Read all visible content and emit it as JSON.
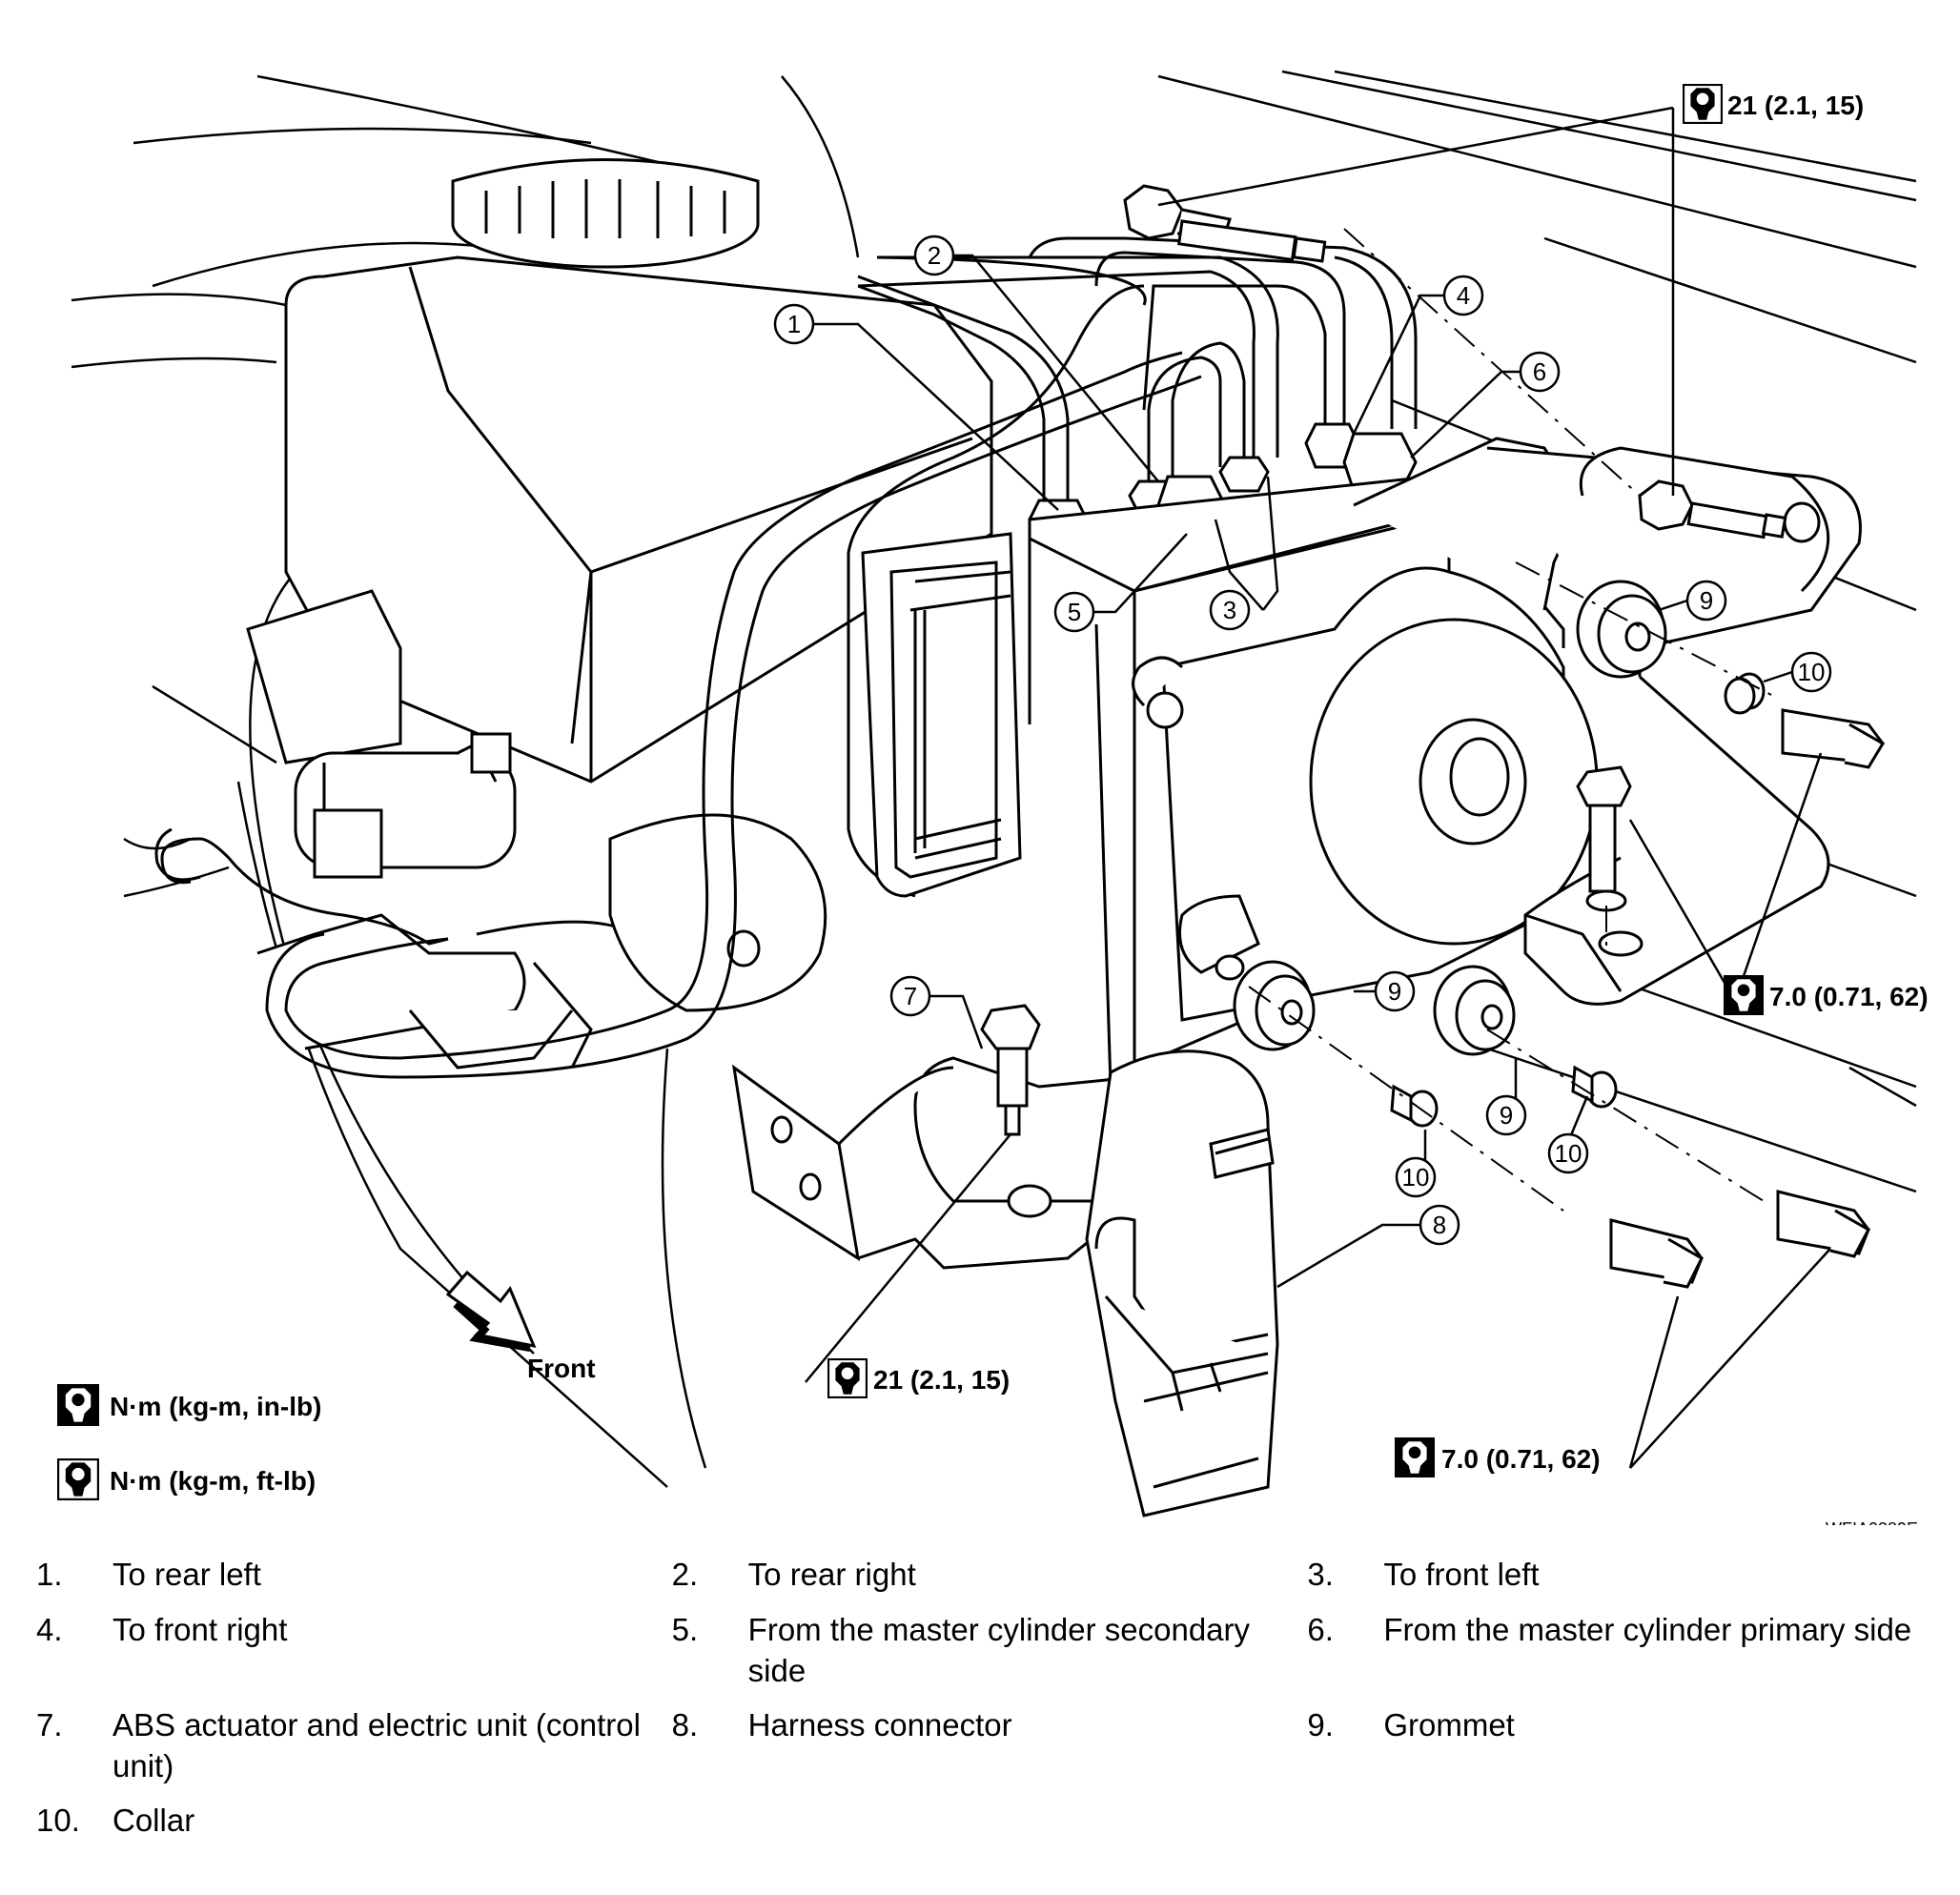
{
  "figure": {
    "id": "WFIA0389E",
    "front_label": "Front",
    "callouts": [
      "1",
      "2",
      "3",
      "4",
      "5",
      "6",
      "7",
      "8",
      "9",
      "10"
    ],
    "torque_specs": {
      "top_right": "21 (2.1, 15)",
      "bottom_center": "21 (2.1, 15)",
      "right_middle": "7.0 (0.71, 62)",
      "bottom_right": "7.0 (0.71, 62)"
    },
    "units_legend": {
      "in_lb": "N·m (kg-m, in-lb)",
      "ft_lb": "N·m (kg-m, ft-lb)"
    }
  },
  "legend": [
    {
      "num": "1.",
      "text": "To rear left"
    },
    {
      "num": "2.",
      "text": "To rear right"
    },
    {
      "num": "3.",
      "text": "To front left"
    },
    {
      "num": "4.",
      "text": "To front right"
    },
    {
      "num": "5.",
      "text": "From the master cylinder secondary side"
    },
    {
      "num": "6.",
      "text": "From the master cylinder primary side"
    },
    {
      "num": "7.",
      "text": "ABS actuator and electric unit (control unit)"
    },
    {
      "num": "8.",
      "text": "Harness connector"
    },
    {
      "num": "9.",
      "text": "Grommet"
    },
    {
      "num": "10.",
      "text": "Collar"
    }
  ],
  "icons": {
    "in_lb_wrench": "torque-wrench-in-lb-icon",
    "ft_lb_wrench": "torque-wrench-ft-lb-icon",
    "front_arrow": "front-direction-arrow-icon"
  }
}
